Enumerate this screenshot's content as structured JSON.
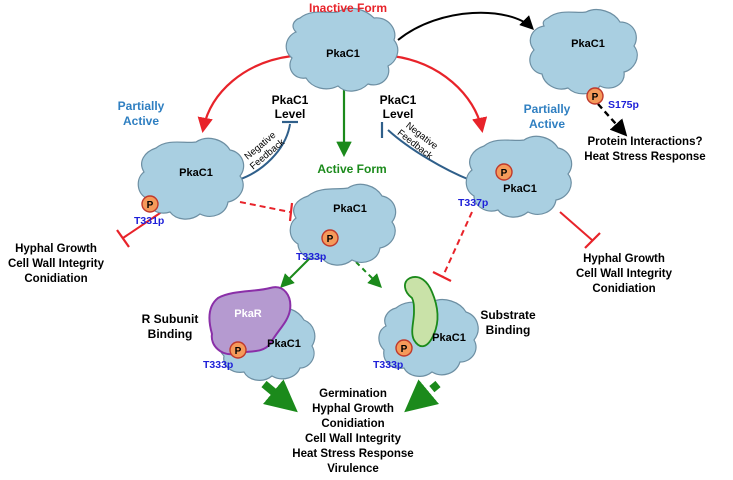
{
  "states": {
    "inactive": {
      "title": "Inactive Form",
      "protein": "PkaC1"
    },
    "s175": {
      "protein": "PkaC1",
      "site": "S175p"
    },
    "partial_left": {
      "title_line1": "Partially",
      "title_line2": "Active",
      "protein": "PkaC1",
      "site": "T331p"
    },
    "partial_right": {
      "title_line1": "Partially",
      "title_line2": "Active",
      "protein": "PkaC1",
      "site": "T337p"
    },
    "active": {
      "title": "Active Form",
      "protein": "PkaC1",
      "site": "T333p"
    },
    "r_subunit": {
      "regulator": "PkaR",
      "protein": "PkaC1",
      "site": "T333p"
    },
    "substrate": {
      "protein": "PkaC1",
      "site": "T333p"
    }
  },
  "phospho_symbol": "P",
  "feedback": {
    "level_left_line1": "PkaC1",
    "level_left_line2": "Level",
    "level_right_line1": "PkaC1",
    "level_right_line2": "Level",
    "neg_left_line1": "Negative",
    "neg_left_line2": "Feedback",
    "neg_right_line1": "Negative",
    "neg_right_line2": "Feedback"
  },
  "labels": {
    "r_subunit_line1": "R Subunit",
    "r_subunit_line2": "Binding",
    "substrate_line1": "Substrate",
    "substrate_line2": "Binding"
  },
  "outcomes": {
    "s175": [
      "Protein Interactions?",
      "Heat Stress Response"
    ],
    "left": [
      "Hyphal Growth",
      "Cell Wall Integrity",
      "Conidiation"
    ],
    "right": [
      "Hyphal Growth",
      "Cell Wall Integrity",
      "Conidiation"
    ],
    "center": [
      "Germination",
      "Hyphal Growth",
      "Conidiation",
      "Cell Wall Integrity",
      "Heat Stress Response",
      "Virulence"
    ]
  },
  "colors": {
    "inactive_title": "#e8232a",
    "partial_title": "#2f7fc1",
    "active_title": "#1b8a1b",
    "red_arrow": "#e8232a",
    "green_arrow": "#1b8a1b",
    "feedback": "#2f5f8a",
    "site": "#1d1fd8",
    "protein_fill": "#a9cfe1",
    "pkar_fill": "#b59ad0",
    "substrate_fill": "#c9e2a8"
  }
}
